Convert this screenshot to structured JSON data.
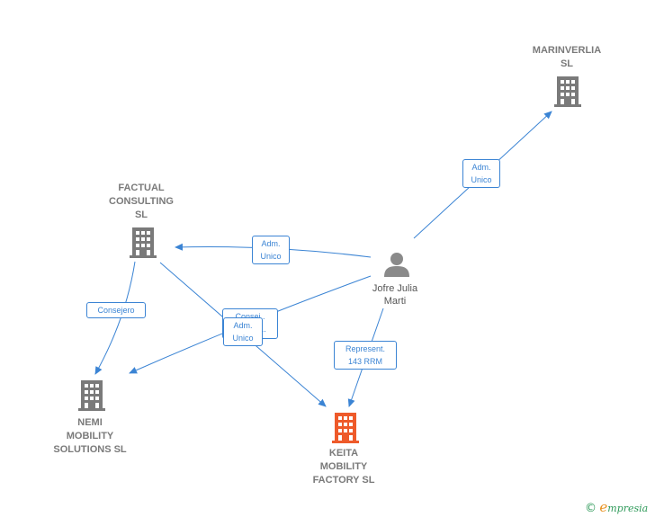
{
  "colors": {
    "edge": "#3b84d4",
    "company": "#7a7a7a",
    "focus_company": "#ee5a2a",
    "person": "#8a8a8a"
  },
  "nodes": {
    "marinverlia": {
      "lines": [
        "MARINVERLIA",
        "SL"
      ],
      "icon": "building-icon"
    },
    "factual": {
      "lines": [
        "FACTUAL",
        "CONSULTING",
        "SL"
      ],
      "icon": "building-icon"
    },
    "nemi": {
      "lines": [
        "NEMI",
        "MOBILITY",
        "SOLUTIONS  SL"
      ],
      "icon": "building-icon"
    },
    "keita": {
      "lines": [
        "KEITA",
        "MOBILITY",
        "FACTORY  SL"
      ],
      "icon": "building-icon"
    },
    "jofre": {
      "lines": [
        "Jofre Julia",
        "Marti"
      ],
      "icon": "person-icon"
    }
  },
  "edges": {
    "adm_marinverlia": {
      "lines": [
        "Adm.",
        "Unico"
      ]
    },
    "adm_factual": {
      "lines": [
        "Adm.",
        "Unico"
      ]
    },
    "consejero_nemi": {
      "lines": [
        "Consejero"
      ]
    },
    "consej_keita": {
      "lines": [
        "Consej..",
        "Consej..."
      ]
    },
    "adm_nemi": {
      "lines": [
        "Adm.",
        "Unico"
      ]
    },
    "represent_keita": {
      "lines": [
        "Represent.",
        "143 RRM"
      ]
    }
  },
  "brand": {
    "copyright": "©",
    "name_initial": "e",
    "name_rest": "mpresia"
  }
}
